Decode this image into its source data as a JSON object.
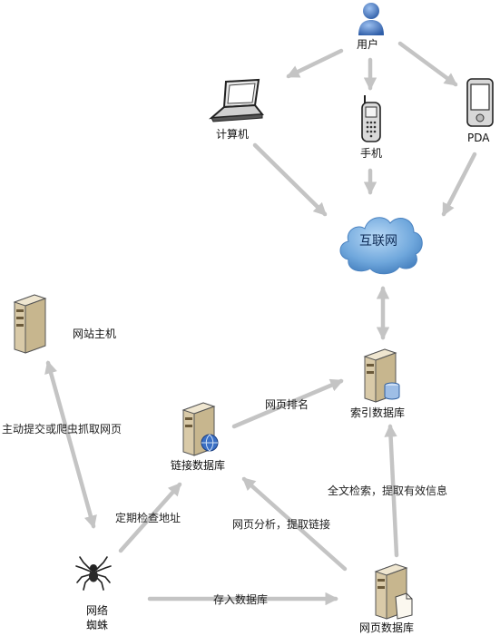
{
  "nodes": {
    "user": "用户",
    "computer": "计算机",
    "phone": "手机",
    "pda": "PDA",
    "internet": "互联网",
    "website_host": "网站主机",
    "index_db": "索引数据库",
    "link_db": "链接数据库",
    "page_db": "网页数据库",
    "spider_line1": "网络",
    "spider_line2": "蜘蛛"
  },
  "edges": {
    "submit_or_crawl": "主动提交或爬虫抓取网页",
    "page_rank": "网页排名",
    "periodic_check": "定期检查地址",
    "page_analysis": "网页分析，提取链接",
    "fulltext_search": "全文检索，提取有效信息",
    "store_db": "存入数据库"
  },
  "colors": {
    "arrow": "#c4c4c4",
    "cloud": "#5f9fdc",
    "server": "#e8dcc0",
    "user_icon": "#4a79c0"
  },
  "icons": [
    "user-icon",
    "laptop-icon",
    "mobile-phone-icon",
    "pda-icon",
    "internet-cloud-icon",
    "server-icon",
    "database-server-icon",
    "globe-server-icon",
    "page-server-icon",
    "spider-icon"
  ]
}
